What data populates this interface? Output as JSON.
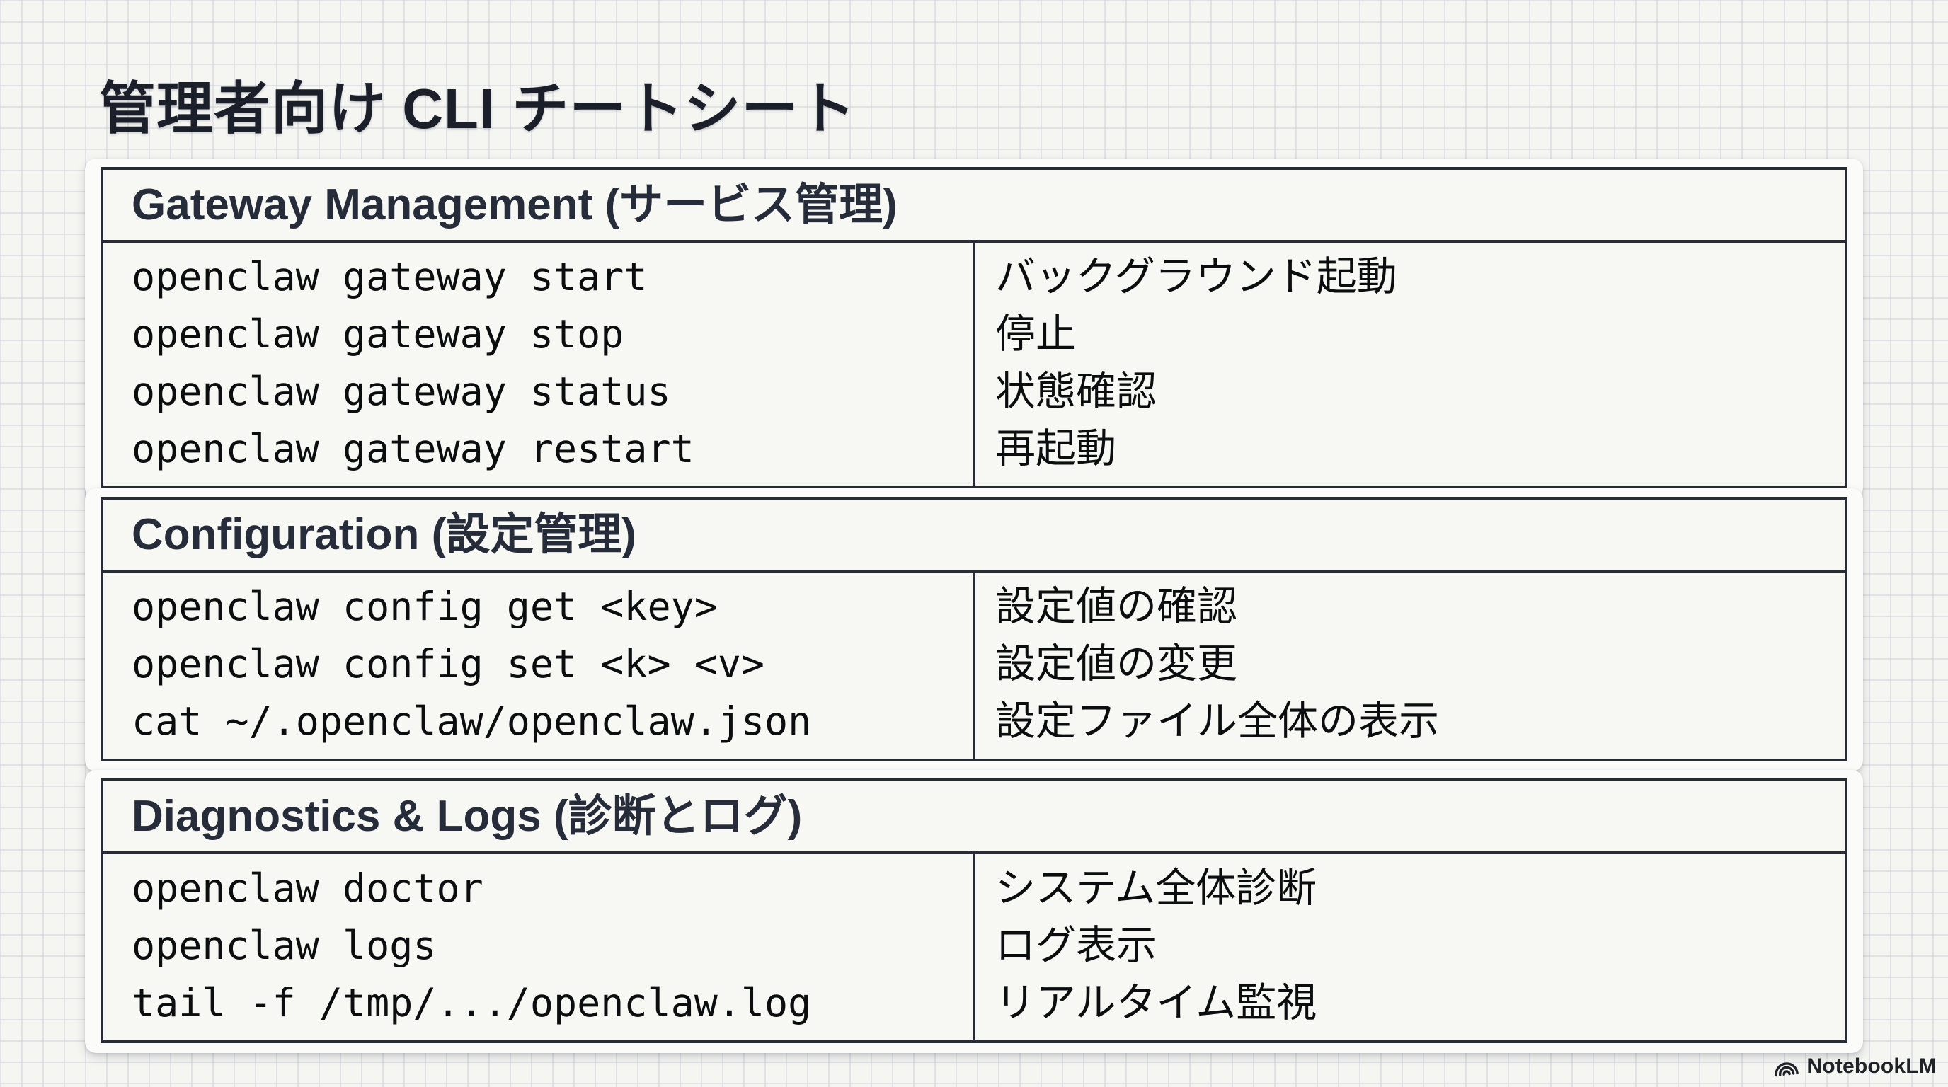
{
  "page": {
    "title": "管理者向け CLI チートシート"
  },
  "tables": [
    {
      "header": "Gateway Management (サービス管理)",
      "rows": [
        {
          "command": "openclaw gateway start",
          "description": "バックグラウンド起動"
        },
        {
          "command": "openclaw gateway stop",
          "description": "停止"
        },
        {
          "command": "openclaw gateway status",
          "description": "状態確認"
        },
        {
          "command": "openclaw gateway restart",
          "description": "再起動"
        }
      ]
    },
    {
      "header": "Configuration (設定管理)",
      "rows": [
        {
          "command": "openclaw config get <key>",
          "description": "設定値の確認"
        },
        {
          "command": "openclaw config set <k> <v>",
          "description": "設定値の変更"
        },
        {
          "command": "cat ~/.openclaw/openclaw.json",
          "description": "設定ファイル全体の表示"
        }
      ]
    },
    {
      "header": "Diagnostics & Logs (診断とログ)",
      "rows": [
        {
          "command": "openclaw doctor",
          "description": "システム全体診断"
        },
        {
          "command": "openclaw logs",
          "description": "ログ表示"
        },
        {
          "command": "tail -f /tmp/.../openclaw.log",
          "description": "リアルタイム監視"
        }
      ]
    }
  ],
  "footer": {
    "brand": "NotebookLM",
    "icon": "notebooklm-logo-icon"
  },
  "colors": {
    "background": "#f5f5f2",
    "grid_line": "#c4c7d4",
    "card_background": "#fbfbf9",
    "table_background": "#f7f7f4",
    "table_border": "#272c35",
    "header_text": "#272c3a",
    "body_text": "#0c0d0f",
    "title_text": "#1b1f2a"
  }
}
